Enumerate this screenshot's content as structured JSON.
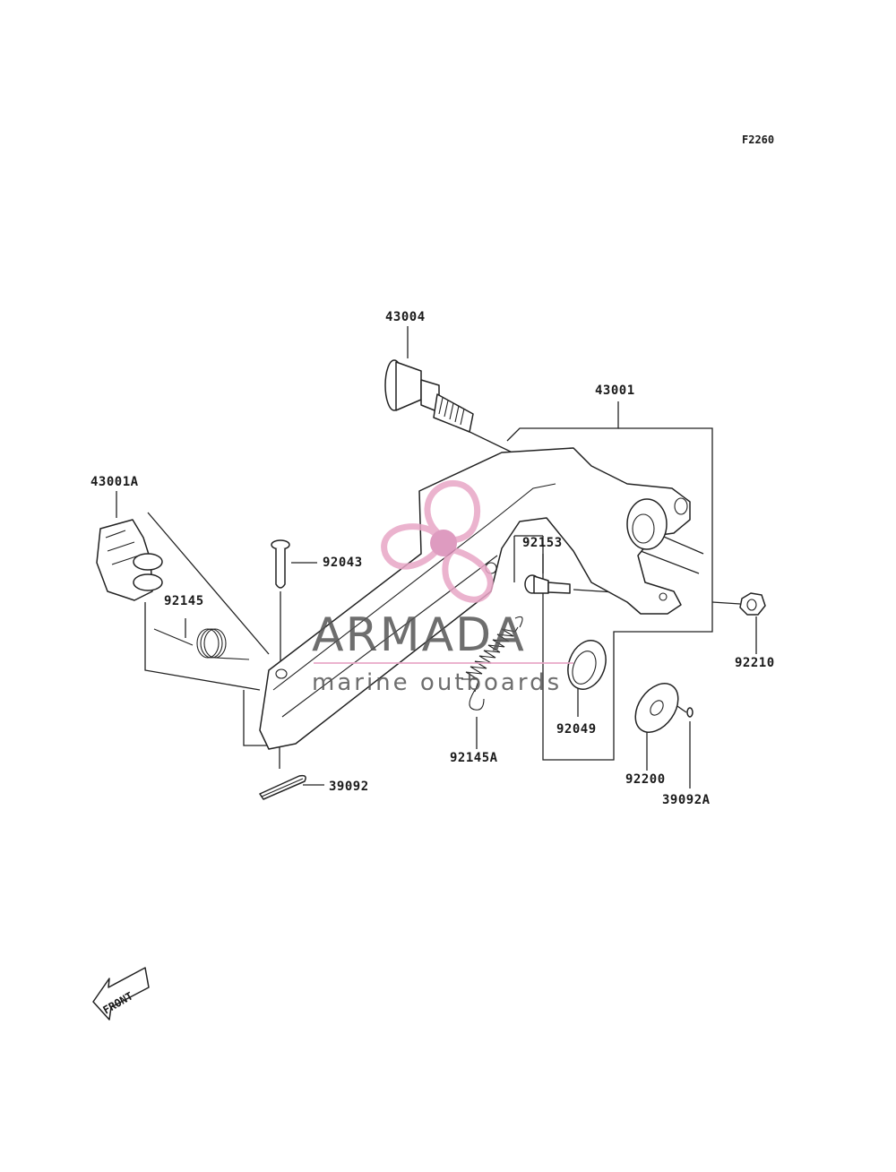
{
  "diagram": {
    "figure_code": "F2260",
    "front_label": "FRONT"
  },
  "parts": [
    {
      "id": "p43004",
      "number": "43004"
    },
    {
      "id": "p43001",
      "number": "43001"
    },
    {
      "id": "p43001a",
      "number": "43001A"
    },
    {
      "id": "p92043",
      "number": "92043"
    },
    {
      "id": "p92153",
      "number": "92153"
    },
    {
      "id": "p92145",
      "number": "92145"
    },
    {
      "id": "p92210",
      "number": "92210"
    },
    {
      "id": "p92049",
      "number": "92049"
    },
    {
      "id": "p92145a",
      "number": "92145A"
    },
    {
      "id": "p39092",
      "number": "39092"
    },
    {
      "id": "p92200",
      "number": "92200"
    },
    {
      "id": "p39092a",
      "number": "39092A"
    }
  ],
  "watermark": {
    "brand": "ARMADA",
    "tagline": "marine outboards",
    "colors": {
      "logo": "#e8a6c6",
      "logo_center": "#d98ab6",
      "text": "#555555"
    }
  }
}
